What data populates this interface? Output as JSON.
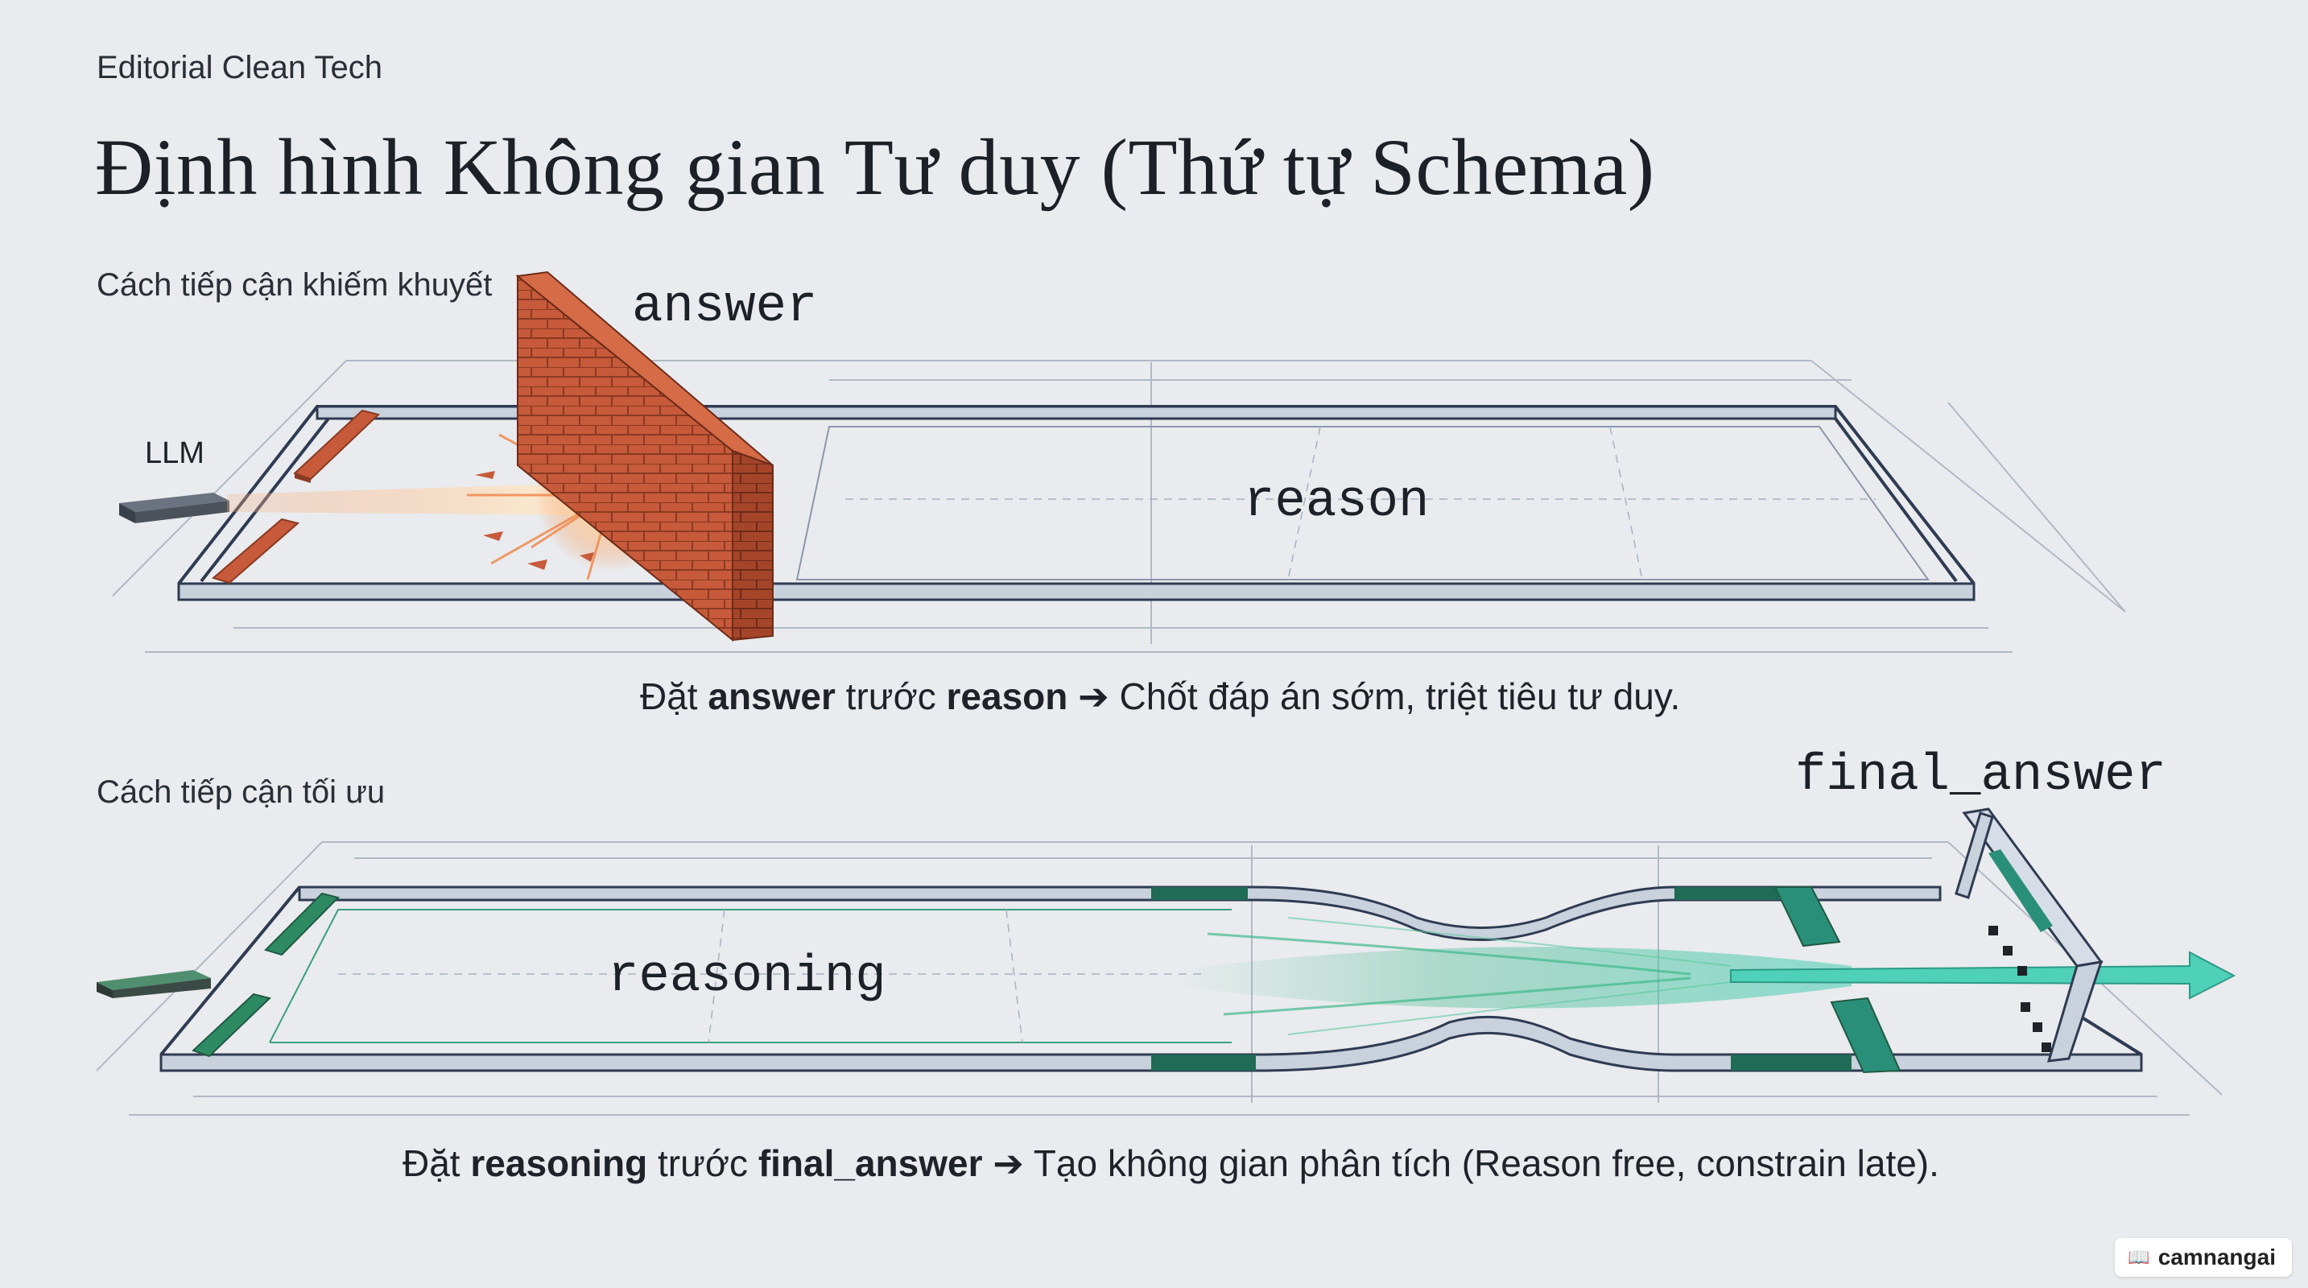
{
  "brand": "Editorial Clean Tech",
  "title": "Định hình Không gian Tư duy (Thứ tự Schema)",
  "flawed": {
    "section_label": "Cách tiếp cận khiếm khuyết",
    "source_label": "LLM",
    "wall_label": "answer",
    "channel_label": "reason",
    "caption": {
      "prefix": "Đặt ",
      "field_a": "answer",
      "middle": " trước ",
      "field_b": "reason",
      "arrow": " ➔ ",
      "result": "Chốt đáp án sớm, triệt tiêu tư duy."
    }
  },
  "optimal": {
    "section_label": "Cách tiếp cận tối ưu",
    "channel_label": "reasoning",
    "gate_label": "final_answer",
    "caption": {
      "prefix": "Đặt ",
      "field_a": "reasoning",
      "middle": " trước ",
      "field_b": "final_answer",
      "arrow": " ➔ ",
      "result": "Tạo không gian phân tích (Reason free, constrain late)."
    }
  },
  "colors": {
    "background": "#e9ebee",
    "brick": "#c65a3a",
    "laser": "#f0a070",
    "green_stream": "#3fb98a",
    "rail": "#aeb8c8"
  },
  "watermark": {
    "icon": "book-icon",
    "text": "camnangai"
  }
}
